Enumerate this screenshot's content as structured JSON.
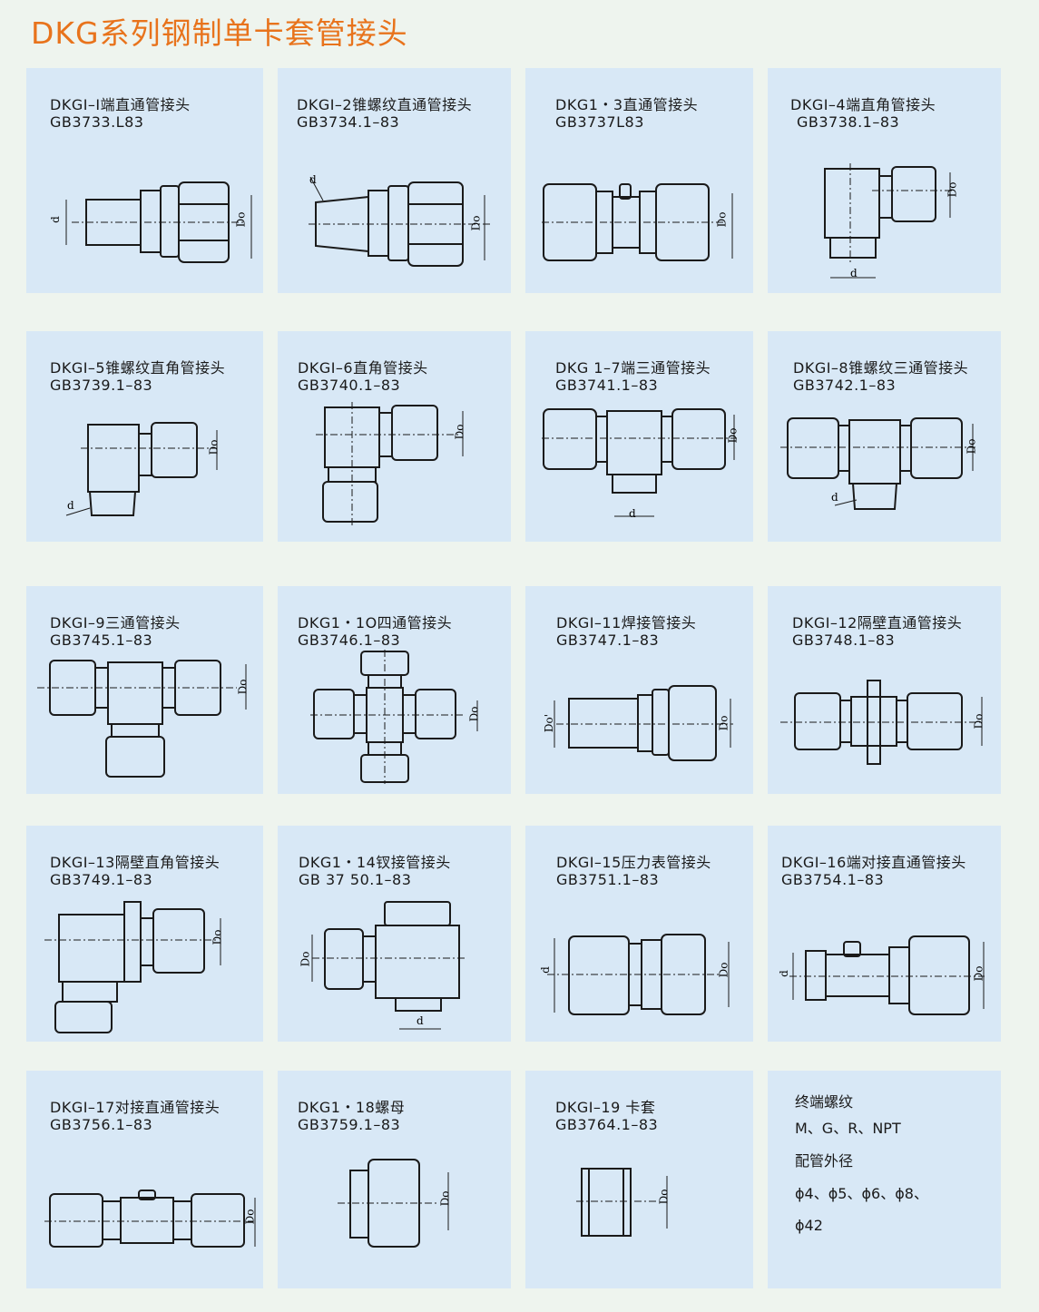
{
  "title": "DKG系列钢制单卡套管接头",
  "cards": [
    {
      "name": "DKGI–I端直通管接头",
      "std": "GB3733.L83",
      "dims": [
        "d",
        "Do"
      ]
    },
    {
      "name": "DKGI–2锥螺纹直通管接头",
      "std": "GB3734.1–83",
      "dims": [
        "d",
        "Do"
      ]
    },
    {
      "name": "DKG1・3直通管接头",
      "std": "GB3737L83",
      "dims": [
        "Do"
      ]
    },
    {
      "name": "DKGI–4端直角管接头",
      "std": "GB3738.1–83",
      "dims": [
        "Do",
        "d"
      ]
    },
    {
      "name": "DKGI–5锥螺纹直角管接头",
      "std": "GB3739.1–83",
      "dims": [
        "Do",
        "d"
      ]
    },
    {
      "name": "DKGI–6直角管接头",
      "std": "GB3740.1–83",
      "dims": [
        "Do"
      ]
    },
    {
      "name": "DKG 1–7端三通管接头",
      "std": "GB3741.1–83",
      "dims": [
        "Do",
        "d"
      ]
    },
    {
      "name": "DKGI–8锥螺纹三通管接头",
      "std": "GB3742.1–83",
      "dims": [
        "Do",
        "d"
      ]
    },
    {
      "name": "DKGI–9三通管接头",
      "std": "GB3745.1–83",
      "dims": [
        "Do"
      ]
    },
    {
      "name": "DKG1・1O四通管接头",
      "std": "GB3746.1–83",
      "dims": [
        "Do"
      ]
    },
    {
      "name": "DKGI–11焊接管接头",
      "std": "GB3747.1–83",
      "dims": [
        "Do'",
        "Do"
      ]
    },
    {
      "name": "DKGI–12隔壁直通管接头",
      "std": "GB3748.1–83",
      "dims": [
        "Do"
      ]
    },
    {
      "name": "DKGI–13隔壁直角管接头",
      "std": "GB3749.1–83",
      "dims": [
        "Do"
      ]
    },
    {
      "name": "DKG1・14钗接管接头",
      "std": "GB 37 50.1–83",
      "dims": [
        "Do",
        "d"
      ]
    },
    {
      "name": "DKGI–15压力表管接头",
      "std": "GB3751.1–83",
      "dims": [
        "d",
        "Do"
      ]
    },
    {
      "name": "DKGI–16端对接直通管接头",
      "std": "GB3754.1–83",
      "dims": [
        "d",
        "Do"
      ]
    },
    {
      "name": "DKGI–17对接直通管接头",
      "std": "GB3756.1–83",
      "dims": [
        "Do"
      ]
    },
    {
      "name": "DKG1・18螺母",
      "std": "GB3759.1–83",
      "dims": [
        "Do"
      ]
    },
    {
      "name": "DKGI–19 卡套",
      "std": "GB3764.1–83",
      "dims": [
        "Do"
      ]
    }
  ],
  "info": {
    "thread_heading": "终端螺纹",
    "thread_types": "M、G、R、NPT",
    "pipe_heading": "配管外径",
    "pipe_sizes_1": "ϕ4、ϕ5、ϕ6、ϕ8、",
    "pipe_sizes_2": "ϕ42"
  },
  "colors": {
    "title": "#e8731c",
    "card_bg": "#d8e8f6",
    "page_bg": "#eef4ee",
    "line": "#1a1a1a"
  }
}
